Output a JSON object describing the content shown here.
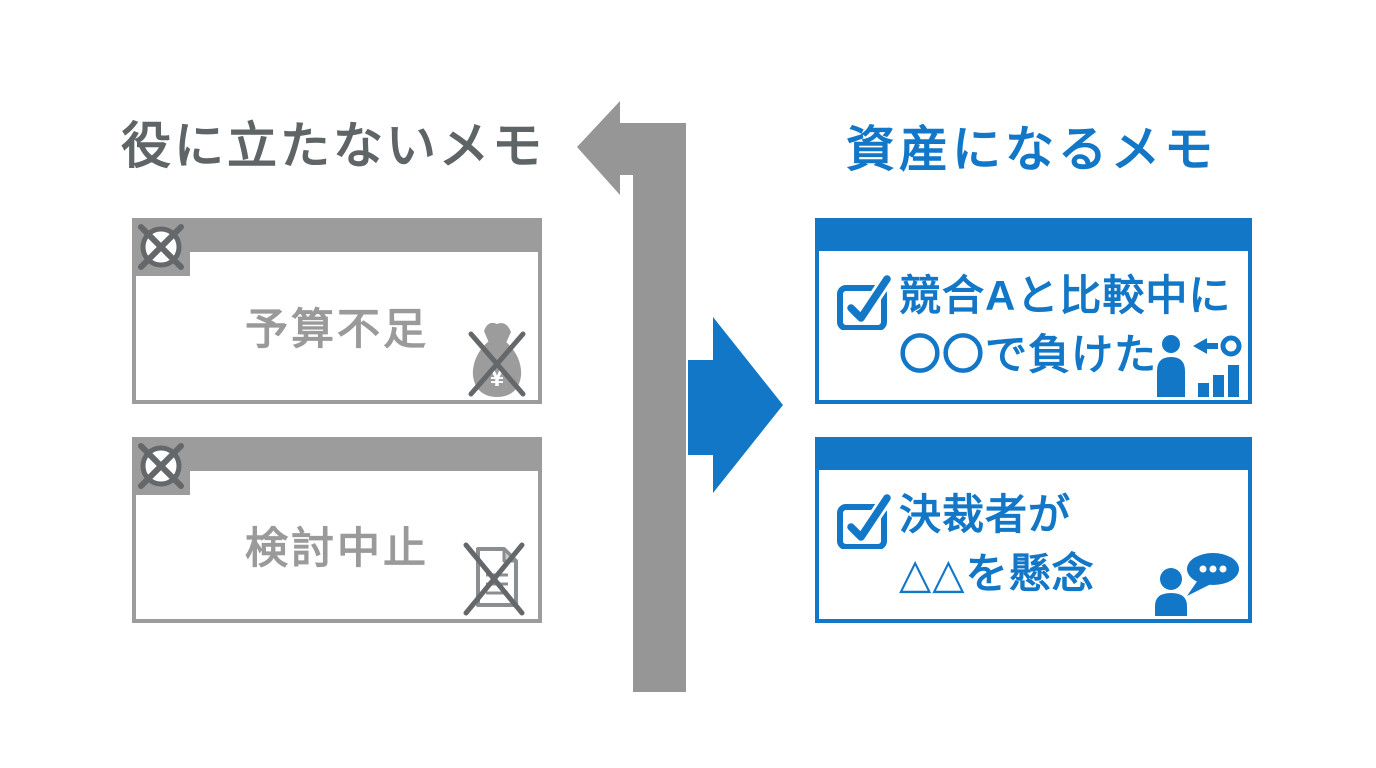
{
  "header": {
    "left_title": "役に立たないメモ",
    "right_title": "資産になるメモ"
  },
  "useless_memos": {
    "cards": [
      {
        "label": "予算不足",
        "corner_icon": "crossed-circle-icon",
        "icon": "money-bag-crossed-icon"
      },
      {
        "label": "検討中止",
        "corner_icon": "crossed-circle-icon",
        "icon": "document-crossed-icon"
      }
    ]
  },
  "asset_memos": {
    "cards": [
      {
        "line1": "競合Aと比較中に",
        "line2": "〇〇で負けた",
        "corner_icon": "checkbox-checked-icon",
        "icon": "person-chart-comparison-icon"
      },
      {
        "line1": "決裁者が",
        "line2": "△△を懸念",
        "corner_icon": "checkbox-checked-icon",
        "icon": "person-speech-bubble-icon"
      }
    ]
  },
  "arrows": {
    "center_up_left": "return-arrow-up-left",
    "center_right": "transform-arrow-right"
  },
  "colors": {
    "blue": "#1377C8",
    "gray": "#9C9C9C",
    "dark_gray": "#64686B",
    "gray_text": "#9A9A9A",
    "title_gray": "#5F6467",
    "arrow_gray": "#969696"
  }
}
